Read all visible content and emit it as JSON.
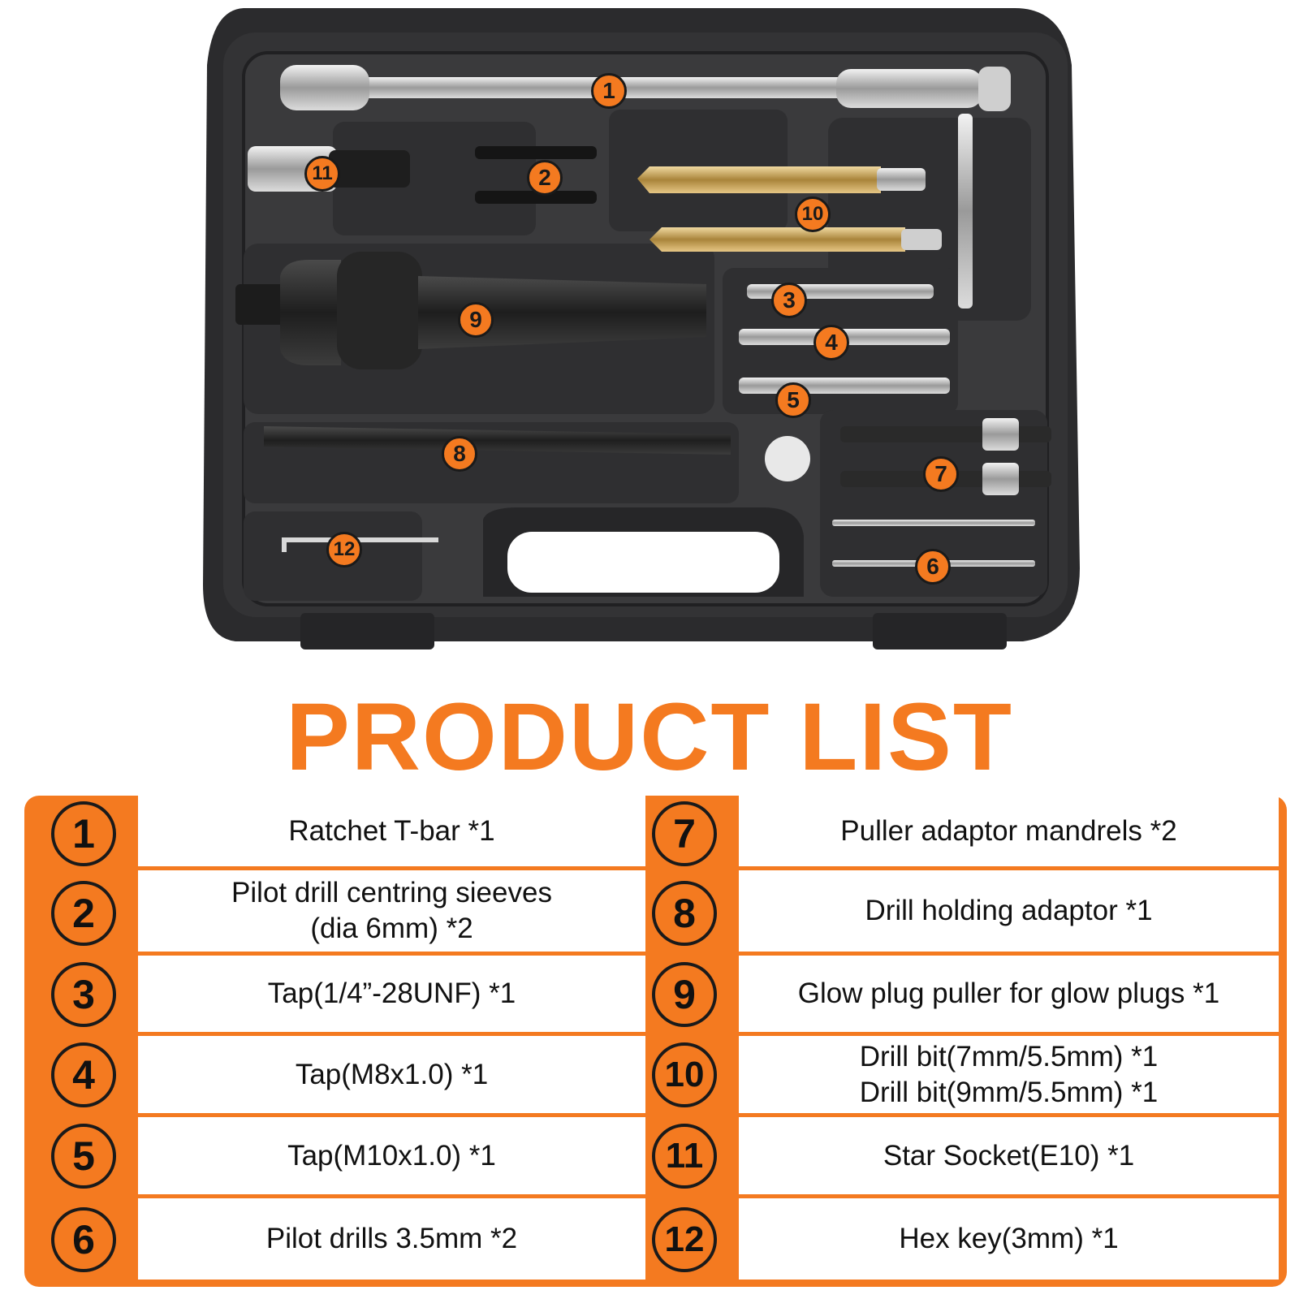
{
  "callouts": [
    "1",
    "2",
    "3",
    "4",
    "5",
    "6",
    "7",
    "8",
    "9",
    "10",
    "11",
    "12"
  ],
  "title": "PRODUCT LIST",
  "items": [
    {
      "num": "1",
      "label": "Ratchet T-bar *1"
    },
    {
      "num": "2",
      "label": "Pilot drill centring sieeves\n(dia 6mm) *2"
    },
    {
      "num": "3",
      "label": "Tap(1/4”-28UNF) *1"
    },
    {
      "num": "4",
      "label": "Tap(M8x1.0) *1"
    },
    {
      "num": "5",
      "label": "Tap(M10x1.0) *1"
    },
    {
      "num": "6",
      "label": "Pilot drills 3.5mm *2"
    },
    {
      "num": "7",
      "label": "Puller adaptor mandrels *2"
    },
    {
      "num": "8",
      "label": "Drill holding adaptor *1"
    },
    {
      "num": "9",
      "label": "Glow plug puller for glow plugs *1"
    },
    {
      "num": "10",
      "label": "Drill bit(7mm/5.5mm) *1\nDrill bit(9mm/5.5mm) *1"
    },
    {
      "num": "11",
      "label": "Star Socket(E10) *1"
    },
    {
      "num": "12",
      "label": "Hex key(3mm) *1"
    }
  ],
  "colors": {
    "accent": "#f47a20",
    "case": "#2b2b2d",
    "tray": "#3a3a3c",
    "outline": "#1a1a1a"
  }
}
